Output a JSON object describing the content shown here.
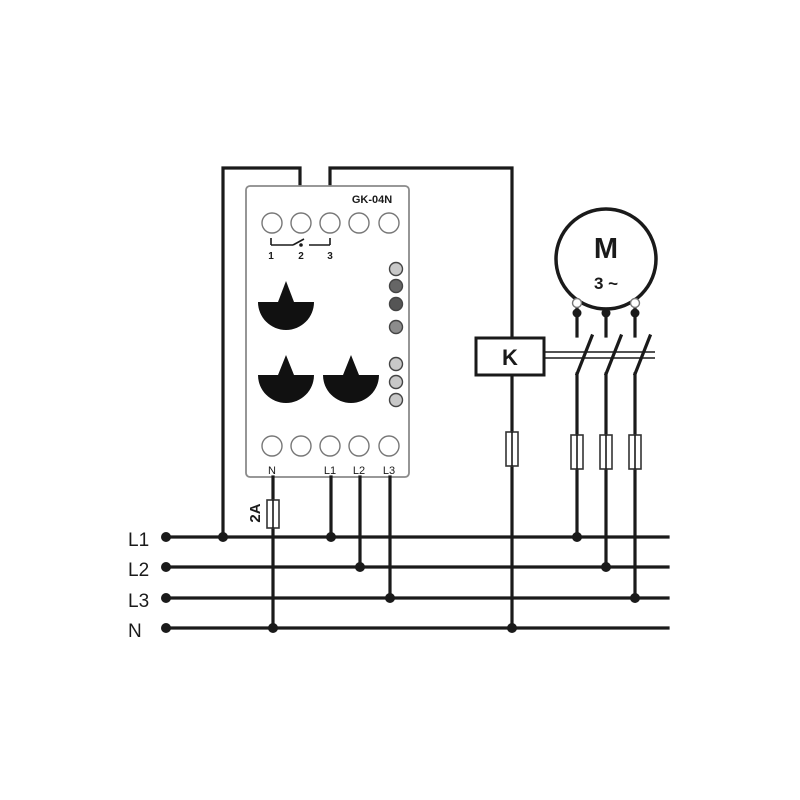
{
  "device": {
    "model": "GK-04N",
    "contacts": {
      "c1": "1",
      "c2": "2",
      "c3": "3"
    },
    "bottom_terminals": [
      "N",
      "L1",
      "L2",
      "L3"
    ],
    "fuse_rating": "2A"
  },
  "contactor": {
    "label": "K"
  },
  "motor": {
    "label": "M",
    "phase": "3 ~"
  },
  "buses": [
    "L1",
    "L2",
    "L3",
    "N"
  ],
  "colors": {
    "ink": "#1a1a1a",
    "device_border": "#8a8a8a",
    "led_dark": "#555555",
    "led_gray": "#8c8c8c",
    "led_light": "#c8c8c8",
    "knob": "#111111"
  }
}
